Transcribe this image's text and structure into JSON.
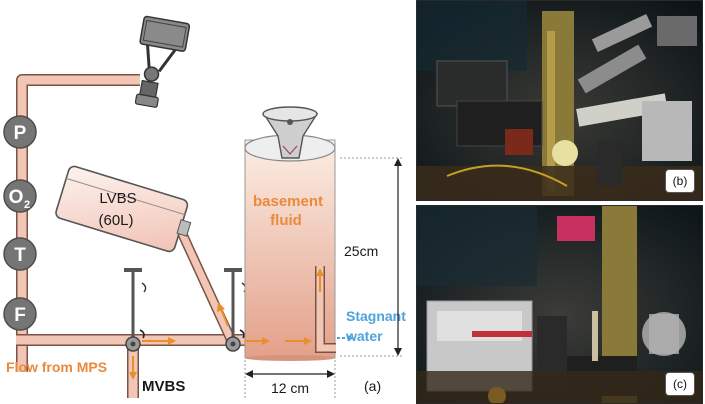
{
  "sensors": [
    {
      "label": "P",
      "name": "pressure-sensor"
    },
    {
      "label": "O",
      "sub": "2",
      "name": "oxygen-sensor"
    },
    {
      "label": "T",
      "name": "temperature-sensor"
    },
    {
      "label": "F",
      "name": "flow-sensor"
    }
  ],
  "lvbs": {
    "line1": "LVBS",
    "line2": "(60L)"
  },
  "chamber": {
    "line1": "basement",
    "line2": "fluid"
  },
  "labels": {
    "stagnant_line1": "Stagnant",
    "stagnant_line2": "water",
    "flow_from_mps": "Flow from MPS",
    "mvbs": "MVBS",
    "height": "25cm",
    "width": "12 cm",
    "panel_a": "(a)"
  },
  "photos": [
    {
      "label": "(b)",
      "name": "photo-b"
    },
    {
      "label": "(c)",
      "name": "photo-c"
    }
  ],
  "colors": {
    "pipe": "#f2c6b4",
    "pipe_outline": "#7a5248",
    "flow_arrow": "#e88f2a",
    "stagnant_text": "#4fa3dc",
    "sensor_fill": "#757575",
    "chamber_top": "#fbeee4",
    "chamber_bottom": "#e3a08a",
    "chamber_text": "#ea8a3a"
  }
}
